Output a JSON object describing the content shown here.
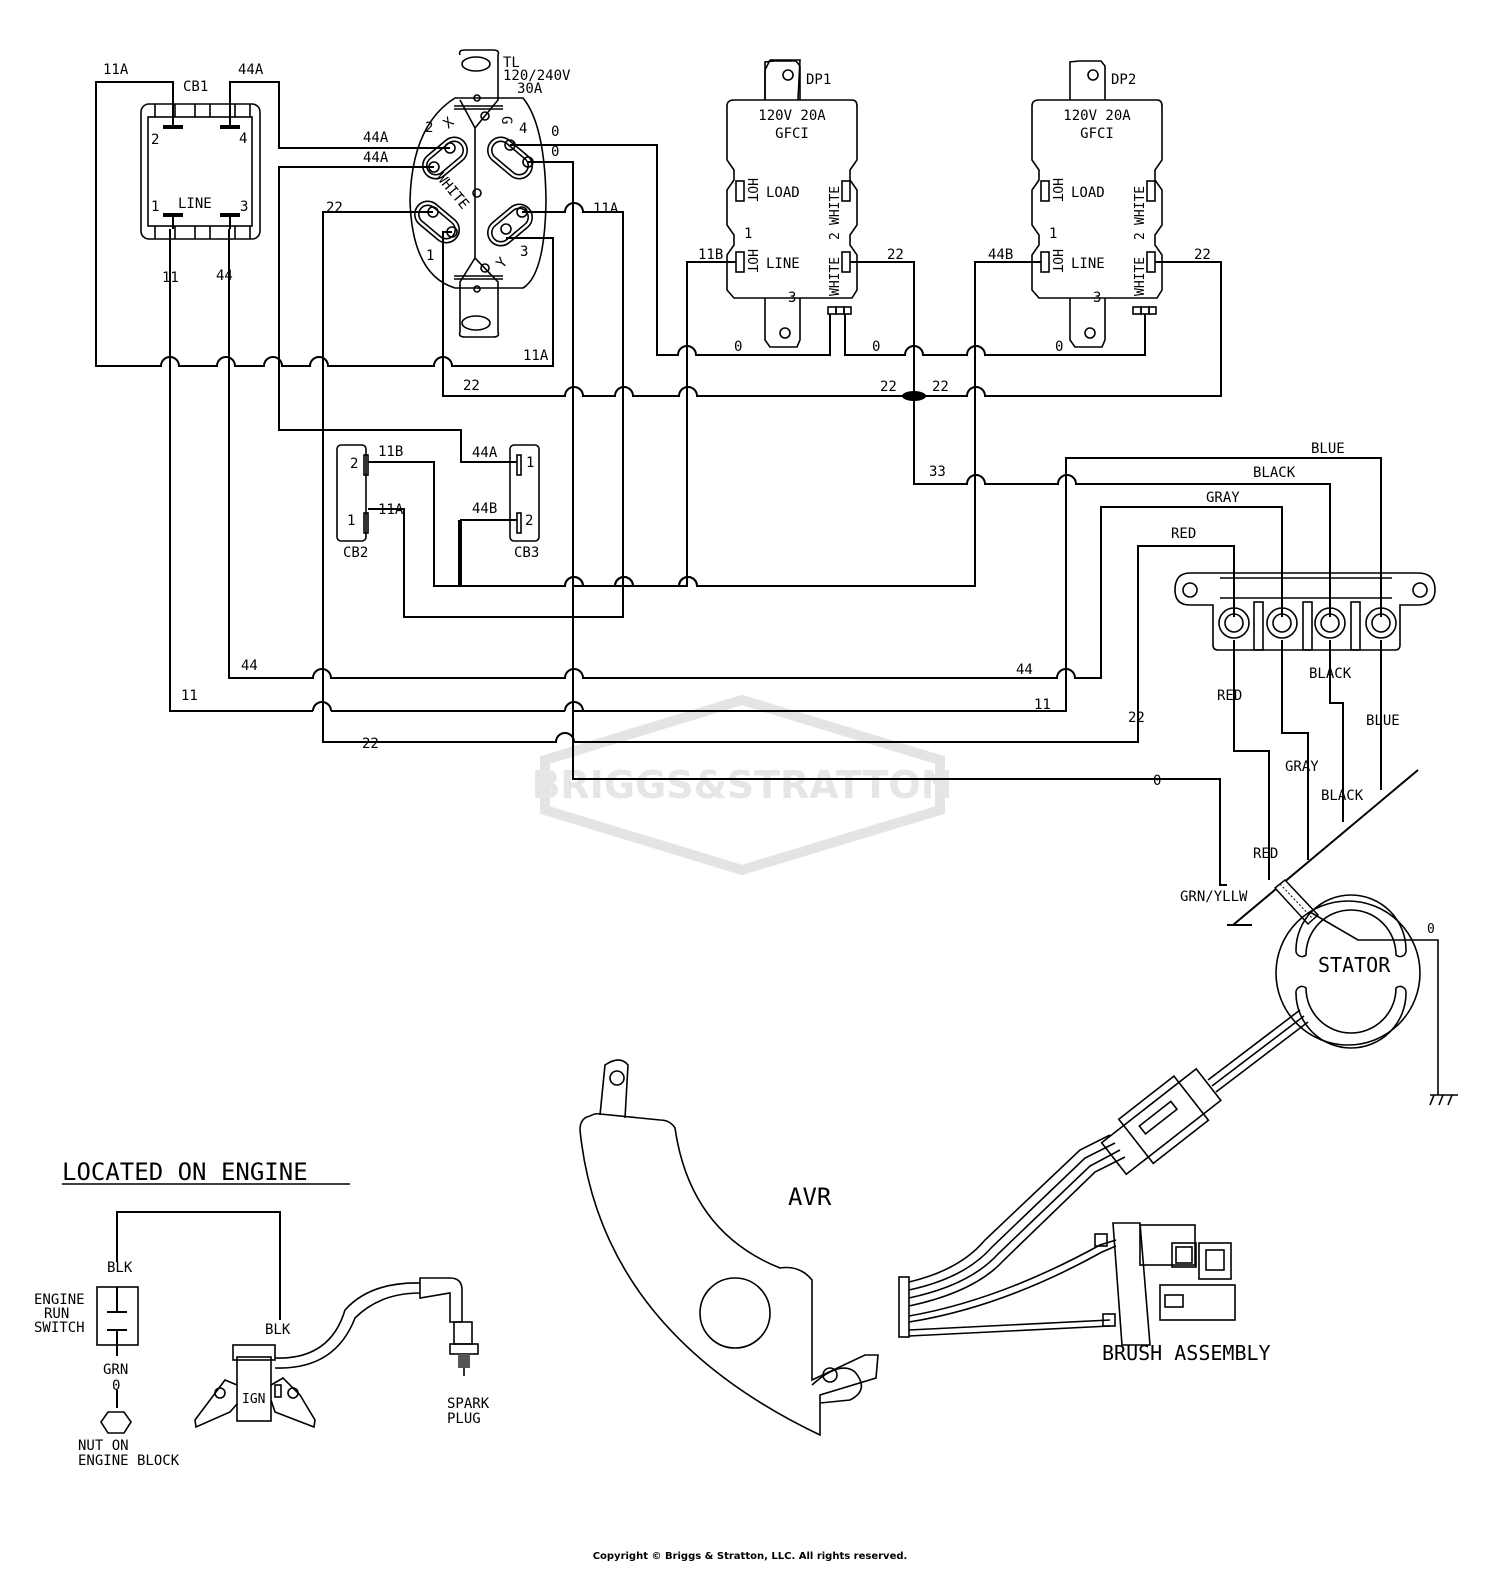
{
  "components": {
    "cb1": {
      "name": "CB1",
      "pins": {
        "p1": "1",
        "p2": "2",
        "p3": "3",
        "p4": "4"
      },
      "line": "LINE"
    },
    "tl": {
      "name": "TL",
      "rating1": "120/240V",
      "rating2": "30A",
      "pins": {
        "p1": "1",
        "p2": "2",
        "p3": "3",
        "p4": "4"
      },
      "x": "X",
      "y": "Y",
      "g": "G",
      "white": "WHITE"
    },
    "dp1": {
      "name": "DP1",
      "rating": "120V 20A",
      "type": "GFCI",
      "load": "LOAD",
      "line": "LINE",
      "hot": "HOT",
      "white": "WHITE",
      "pin1": "1",
      "pin2": "2",
      "pin3": "3"
    },
    "dp2": {
      "name": "DP2",
      "rating": "120V 20A",
      "type": "GFCI",
      "load": "LOAD",
      "line": "LINE",
      "hot": "HOT",
      "white": "WHITE",
      "pin1": "1",
      "pin2": "2",
      "pin3": "3"
    },
    "cb2": {
      "name": "CB2",
      "pins": {
        "p1": "1",
        "p2": "2"
      }
    },
    "cb3": {
      "name": "CB3",
      "pins": {
        "p1": "1",
        "p2": "2"
      }
    },
    "stator": {
      "name": "STATOR"
    },
    "avr": {
      "name": "AVR"
    },
    "brush": {
      "name": "BRUSH ASSEMBLY"
    }
  },
  "wires": {
    "w11A_top": "11A",
    "w44A_top": "44A",
    "w11": "11",
    "w44": "44",
    "w44A_a": "44A",
    "w44A_b": "44A",
    "w22_tl": "22",
    "w0_a": "0",
    "w0_b": "0",
    "w11A_r": "11A",
    "w11A_bot": "11A",
    "w22_mid": "22",
    "w11B": "11B",
    "w22_dp1": "22",
    "w44B": "44B",
    "w22_dp2": "22",
    "w0_c": "0",
    "w0_d": "0",
    "w0_e": "0",
    "w22_j1": "22",
    "w22_j2": "22",
    "w33": "33",
    "blue": "BLUE",
    "black": "BLACK",
    "gray": "GRAY",
    "red": "RED",
    "cb2_11B": "11B",
    "cb2_11A": "11A",
    "cb3_44A": "44A",
    "cb3_44B": "44B",
    "w44_low": "44",
    "w44_r": "44",
    "w11_low": "11",
    "w11_r": "11",
    "w22_low": "22",
    "w22_r": "22",
    "w0_low": "0",
    "red_d": "RED",
    "black_d": "BLACK",
    "blue_d": "BLUE",
    "gray_d": "GRAY",
    "black_d2": "BLACK",
    "red_d2": "RED",
    "grnyllw": "GRN/YLLW",
    "w0_stator": "0"
  },
  "engine": {
    "title": "LOCATED ON ENGINE",
    "blk1": "BLK",
    "blk2": "BLK",
    "grn": "GRN",
    "zero": "0",
    "switch": [
      "ENGINE",
      "RUN",
      "SWITCH"
    ],
    "nut": [
      "NUT ON",
      "ENGINE BLOCK"
    ],
    "ign": "IGN",
    "spark": [
      "SPARK",
      "PLUG"
    ]
  },
  "watermark": "BRIGGS&STRATTON",
  "copyright": "Copyright © Briggs & Stratton, LLC. All rights reserved."
}
